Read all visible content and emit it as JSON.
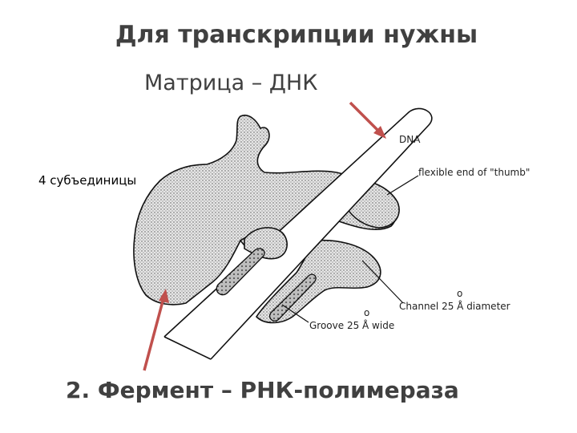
{
  "title": "Для транскрипции нужны",
  "subtitle": "Матрица – ДНК",
  "subunits_label": "4 субъединицы",
  "caption": "2. Фермент – РНК-полимераза",
  "figure": {
    "dna_label": "DNA",
    "thumb_label": "flexible end of \"thumb\"",
    "channel_label": "Channel 25  Å  diameter",
    "groove_label": "Groove 25  Å  wide",
    "angstrom_ring": "o"
  },
  "colors": {
    "text": "#404040",
    "arrow": "#c0504d",
    "enzyme_fill": "#cfcfcf",
    "outline": "#111111"
  }
}
